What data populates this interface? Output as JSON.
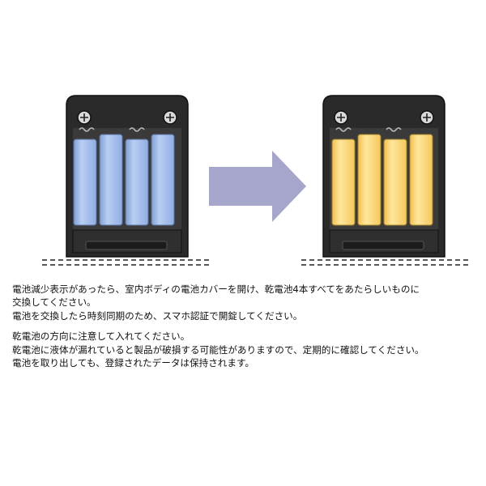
{
  "illustration": {
    "colors": {
      "case": "#2b2b2b",
      "case_edge": "#1a1a1a",
      "old_battery": "#a9c3ec",
      "new_battery": "#ffd97a",
      "arrow": "#a6a6cc"
    },
    "icons": [
      "battery-case-icon",
      "screw-icon",
      "battery-icon",
      "arrow-right-icon",
      "dashed-line-icon"
    ]
  },
  "instructions": {
    "line1": "電池減少表示があったら、室内ボディの電池カバーを開け、乾電池4本すべてをあたらしいものに",
    "line2": "交換してください。",
    "line3": "電池を交換したら時刻同期のため、スマホ認証で開錠してください。",
    "line4": "乾電池の方向に注意して入れてください。",
    "line5": "乾電池に液体が漏れていると製品が破損する可能性がありますので、定期的に確認してください。",
    "line6": "電池を取り出しても、登録されたデータは保持されます。"
  }
}
